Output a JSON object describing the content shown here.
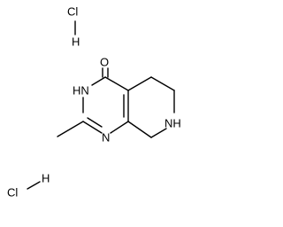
{
  "molecule": {
    "atoms": {
      "carbonyl_o": "O",
      "ring_nh": "HN",
      "ring_n": "N",
      "piperidine_nh": "NH"
    },
    "salts": [
      {
        "cl": "Cl",
        "h": "H"
      },
      {
        "cl": "Cl",
        "h": "H"
      }
    ]
  },
  "colors": {
    "background": "#ffffff",
    "ink": "#000000"
  }
}
